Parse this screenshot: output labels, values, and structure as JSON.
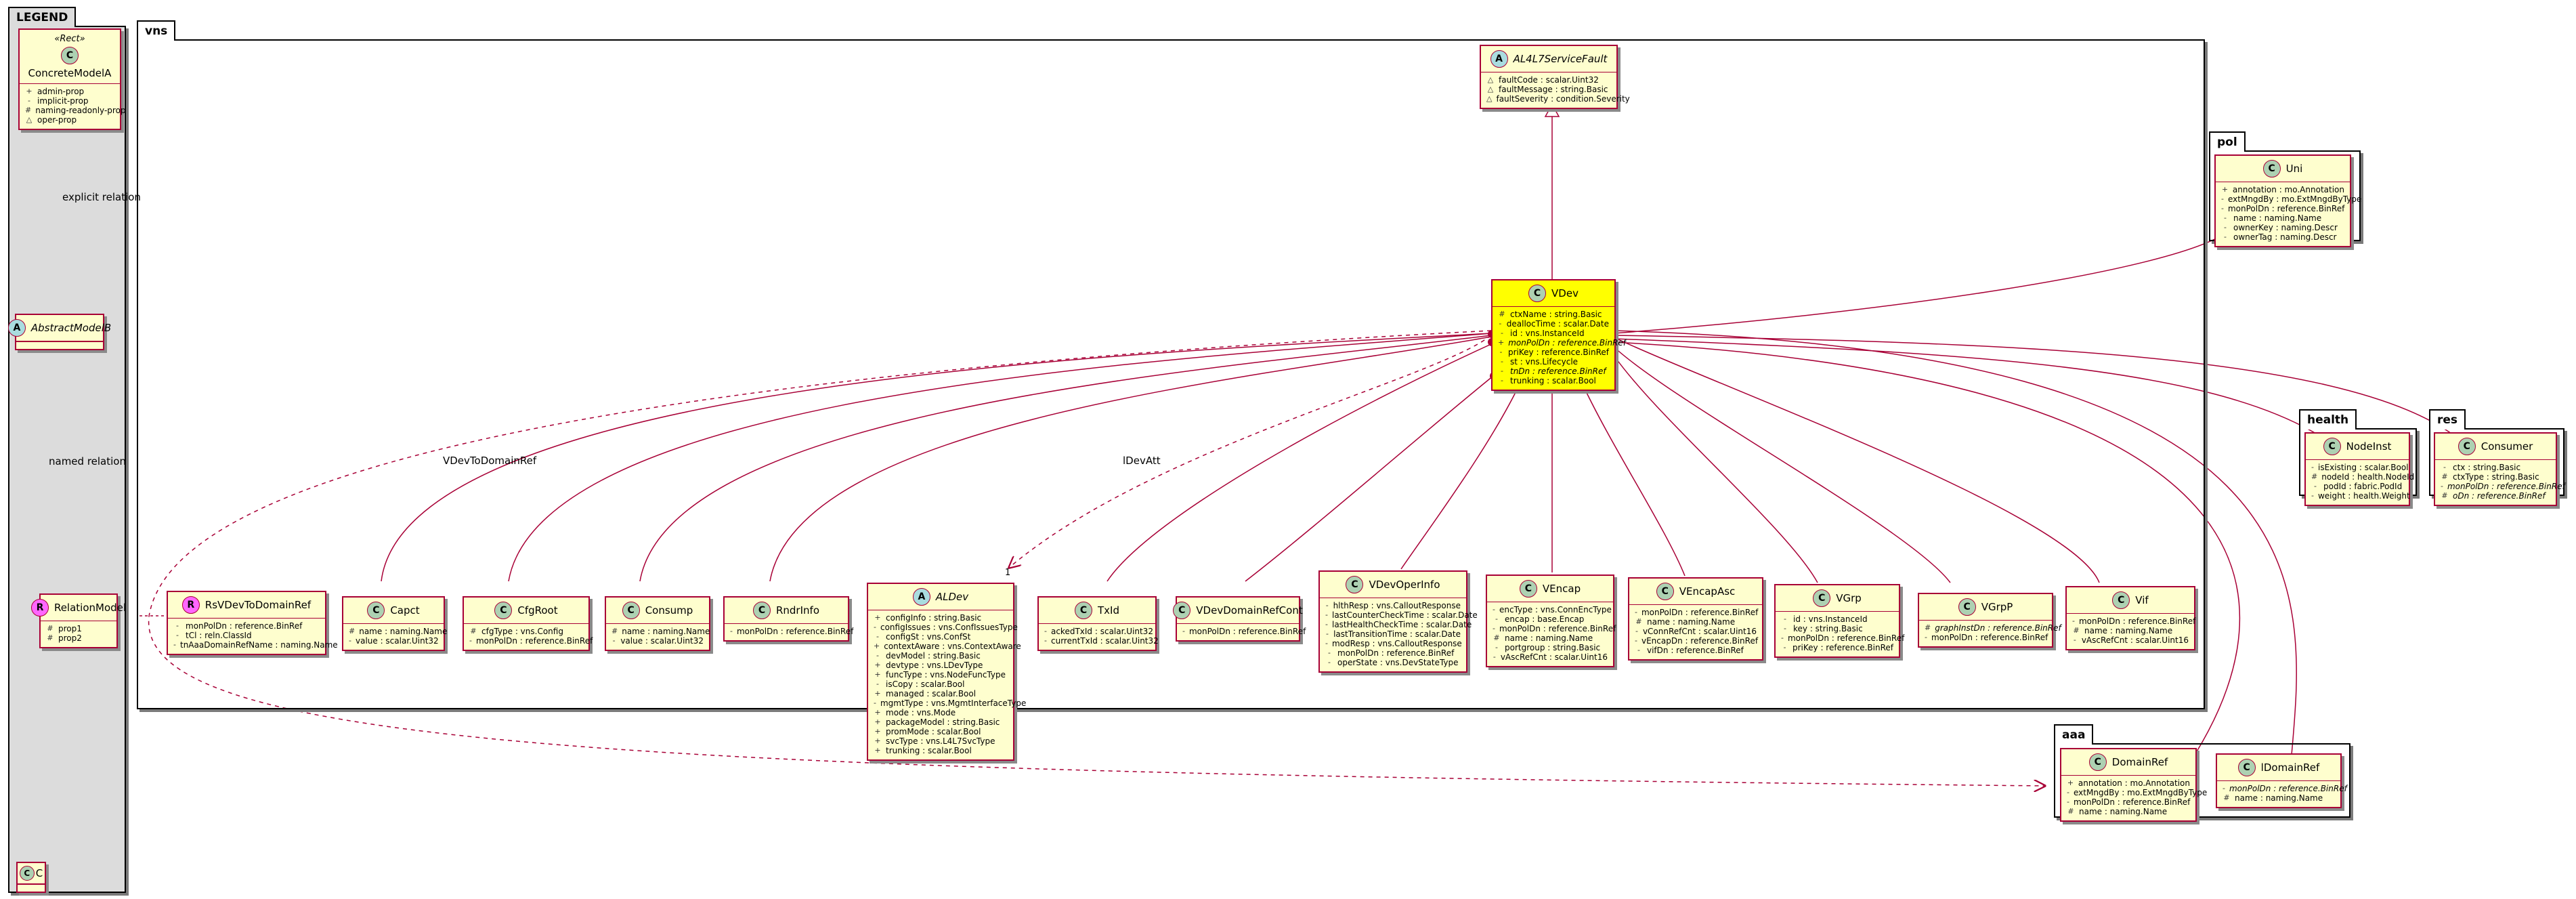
{
  "legend": {
    "title": "LEGEND",
    "rect_stereotype": "«Rect»",
    "concrete": {
      "name": "ConcreteModelA",
      "attrs": [
        {
          "vis": "+",
          "text": "admin-prop"
        },
        {
          "vis": "-",
          "text": "implicit-prop"
        },
        {
          "vis": "#",
          "text": "naming-readonly-prop"
        },
        {
          "vis": "△",
          "text": "oper-prop"
        }
      ]
    },
    "abstract": {
      "name": "AbstractModelB"
    },
    "relation": {
      "name": "RelationModel",
      "attrs": [
        {
          "vis": "#",
          "text": "prop1"
        },
        {
          "vis": "#",
          "text": "prop2"
        }
      ]
    },
    "c": {
      "name": "C"
    },
    "explicit_relation": "explicit relation",
    "named_relation": "named relation"
  },
  "packages": {
    "vns": "vns",
    "pol": "pol",
    "health": "health",
    "res": "res",
    "aaa": "aaa"
  },
  "classes": {
    "fault": {
      "name": "AL4L7ServiceFault",
      "attrs": [
        {
          "vis": "△",
          "text": "faultCode : scalar.Uint32"
        },
        {
          "vis": "△",
          "text": "faultMessage : string.Basic"
        },
        {
          "vis": "△",
          "text": "faultSeverity : condition.Severity"
        }
      ]
    },
    "vdev": {
      "name": "VDev",
      "attrs": [
        {
          "vis": "#",
          "text": "ctxName : string.Basic"
        },
        {
          "vis": "-",
          "text": "deallocTime : scalar.Date"
        },
        {
          "vis": "-",
          "text": "id : vns.InstanceId"
        },
        {
          "vis": "+",
          "text": "monPolDn : reference.BinRef",
          "ital": true
        },
        {
          "vis": "-",
          "text": "priKey : reference.BinRef"
        },
        {
          "vis": "-",
          "text": "st : vns.Lifecycle"
        },
        {
          "vis": "-",
          "text": "tnDn : reference.BinRef",
          "ital": true
        },
        {
          "vis": "-",
          "text": "trunking : scalar.Bool"
        }
      ]
    },
    "uni": {
      "name": "Uni",
      "attrs": [
        {
          "vis": "+",
          "text": "annotation : mo.Annotation"
        },
        {
          "vis": "-",
          "text": "extMngdBy : mo.ExtMngdByType"
        },
        {
          "vis": "-",
          "text": "monPolDn : reference.BinRef"
        },
        {
          "vis": "-",
          "text": "name : naming.Name"
        },
        {
          "vis": "-",
          "text": "ownerKey : naming.Descr"
        },
        {
          "vis": "-",
          "text": "ownerTag : naming.Descr"
        }
      ]
    },
    "nodeinst": {
      "name": "NodeInst",
      "attrs": [
        {
          "vis": "-",
          "text": "isExisting : scalar.Bool"
        },
        {
          "vis": "#",
          "text": "nodeId : health.NodeId"
        },
        {
          "vis": "-",
          "text": "podId : fabric.PodId"
        },
        {
          "vis": "-",
          "text": "weight : health.Weight"
        }
      ]
    },
    "consumer": {
      "name": "Consumer",
      "attrs": [
        {
          "vis": "-",
          "text": "ctx : string.Basic"
        },
        {
          "vis": "#",
          "text": "ctxType : string.Basic"
        },
        {
          "vis": "-",
          "text": "monPolDn : reference.BinRef",
          "ital": true
        },
        {
          "vis": "#",
          "text": "oDn : reference.BinRef",
          "ital": true
        }
      ]
    },
    "rsvdev": {
      "name": "RsVDevToDomainRef",
      "attrs": [
        {
          "vis": "-",
          "text": "monPolDn : reference.BinRef"
        },
        {
          "vis": "-",
          "text": "tCl : reln.ClassId"
        },
        {
          "vis": "-",
          "text": "tnAaaDomainRefName : naming.Name"
        }
      ]
    },
    "capct": {
      "name": "Capct",
      "attrs": [
        {
          "vis": "#",
          "text": "name : naming.Name"
        },
        {
          "vis": "-",
          "text": "value : scalar.Uint32"
        }
      ]
    },
    "cfgroot": {
      "name": "CfgRoot",
      "attrs": [
        {
          "vis": "#",
          "text": "cfgType : vns.Config"
        },
        {
          "vis": "-",
          "text": "monPolDn : reference.BinRef"
        }
      ]
    },
    "consump": {
      "name": "Consump",
      "attrs": [
        {
          "vis": "#",
          "text": "name : naming.Name"
        },
        {
          "vis": "-",
          "text": "value : scalar.Uint32"
        }
      ]
    },
    "rndrinfo": {
      "name": "RndrInfo",
      "attrs": [
        {
          "vis": "-",
          "text": "monPolDn : reference.BinRef"
        }
      ]
    },
    "aldev": {
      "name": "ALDev",
      "attrs": [
        {
          "vis": "+",
          "text": "configInfo : string.Basic"
        },
        {
          "vis": "-",
          "text": "configIssues : vns.ConfIssuesType"
        },
        {
          "vis": "-",
          "text": "configSt : vns.ConfSt"
        },
        {
          "vis": "+",
          "text": "contextAware : vns.ContextAware"
        },
        {
          "vis": "-",
          "text": "devModel : string.Basic"
        },
        {
          "vis": "+",
          "text": "devtype : vns.LDevType"
        },
        {
          "vis": "+",
          "text": "funcType : vns.NodeFuncType"
        },
        {
          "vis": "-",
          "text": "isCopy : scalar.Bool"
        },
        {
          "vis": "+",
          "text": "managed : scalar.Bool"
        },
        {
          "vis": "-",
          "text": "mgmtType : vns.MgmtInterfaceType"
        },
        {
          "vis": "+",
          "text": "mode : vns.Mode"
        },
        {
          "vis": "+",
          "text": "packageModel : string.Basic"
        },
        {
          "vis": "+",
          "text": "promMode : scalar.Bool"
        },
        {
          "vis": "+",
          "text": "svcType : vns.L4L7SvcType"
        },
        {
          "vis": "+",
          "text": "trunking : scalar.Bool"
        }
      ]
    },
    "txid": {
      "name": "TxId",
      "attrs": [
        {
          "vis": "-",
          "text": "ackedTxId : scalar.Uint32"
        },
        {
          "vis": "-",
          "text": "currentTxId : scalar.Uint32"
        }
      ]
    },
    "vdevdomain": {
      "name": "VDevDomainRefCont",
      "attrs": [
        {
          "vis": "-",
          "text": "monPolDn : reference.BinRef"
        }
      ]
    },
    "vdevoper": {
      "name": "VDevOperInfo",
      "attrs": [
        {
          "vis": "-",
          "text": "hlthResp : vns.CalloutResponse"
        },
        {
          "vis": "-",
          "text": "lastCounterCheckTime : scalar.Date"
        },
        {
          "vis": "-",
          "text": "lastHealthCheckTime : scalar.Date"
        },
        {
          "vis": "-",
          "text": "lastTransitionTime : scalar.Date"
        },
        {
          "vis": "-",
          "text": "modResp : vns.CalloutResponse"
        },
        {
          "vis": "-",
          "text": "monPolDn : reference.BinRef"
        },
        {
          "vis": "-",
          "text": "operState : vns.DevStateType"
        }
      ]
    },
    "vencap": {
      "name": "VEncap",
      "attrs": [
        {
          "vis": "-",
          "text": "encType : vns.ConnEncType"
        },
        {
          "vis": "-",
          "text": "encap : base.Encap"
        },
        {
          "vis": "-",
          "text": "monPolDn : reference.BinRef"
        },
        {
          "vis": "#",
          "text": "name : naming.Name"
        },
        {
          "vis": "-",
          "text": "portgroup : string.Basic"
        },
        {
          "vis": "-",
          "text": "vAscRefCnt : scalar.Uint16"
        }
      ]
    },
    "vencapasc": {
      "name": "VEncapAsc",
      "attrs": [
        {
          "vis": "-",
          "text": "monPolDn : reference.BinRef"
        },
        {
          "vis": "#",
          "text": "name : naming.Name"
        },
        {
          "vis": "-",
          "text": "vConnRefCnt : scalar.Uint16"
        },
        {
          "vis": "-",
          "text": "vEncapDn : reference.BinRef"
        },
        {
          "vis": "-",
          "text": "vifDn : reference.BinRef"
        }
      ]
    },
    "vgrp": {
      "name": "VGrp",
      "attrs": [
        {
          "vis": "-",
          "text": "id : vns.InstanceId"
        },
        {
          "vis": "-",
          "text": "key : string.Basic"
        },
        {
          "vis": "-",
          "text": "monPolDn : reference.BinRef"
        },
        {
          "vis": "-",
          "text": "priKey : reference.BinRef"
        }
      ]
    },
    "vgrpp": {
      "name": "VGrpP",
      "attrs": [
        {
          "vis": "#",
          "text": "graphInstDn : reference.BinRef",
          "ital": true
        },
        {
          "vis": "-",
          "text": "monPolDn : reference.BinRef"
        }
      ]
    },
    "vif": {
      "name": "Vif",
      "attrs": [
        {
          "vis": "-",
          "text": "monPolDn : reference.BinRef"
        },
        {
          "vis": "#",
          "text": "name : naming.Name"
        },
        {
          "vis": "-",
          "text": "vAscRefCnt : scalar.Uint16"
        }
      ]
    },
    "domainref": {
      "name": "DomainRef",
      "attrs": [
        {
          "vis": "+",
          "text": "annotation : mo.Annotation"
        },
        {
          "vis": "-",
          "text": "extMngdBy : mo.ExtMngdByType"
        },
        {
          "vis": "-",
          "text": "monPolDn : reference.BinRef"
        },
        {
          "vis": "#",
          "text": "name : naming.Name"
        }
      ]
    },
    "ldomainref": {
      "name": "lDomainRef",
      "attrs": [
        {
          "vis": "-",
          "text": "monPolDn : reference.BinRef",
          "ital": true
        },
        {
          "vis": "#",
          "text": "name : naming.Name"
        }
      ]
    }
  },
  "edge_labels": {
    "vdev_to_domain": "VDevToDomainRef",
    "ldevatt": "lDevAtt",
    "mult_aldev": "1"
  },
  "colors": {
    "border": "#a80036",
    "fill": "#fefece",
    "highlight": "#ffff00",
    "legend_bg": "#dcdcdc"
  }
}
